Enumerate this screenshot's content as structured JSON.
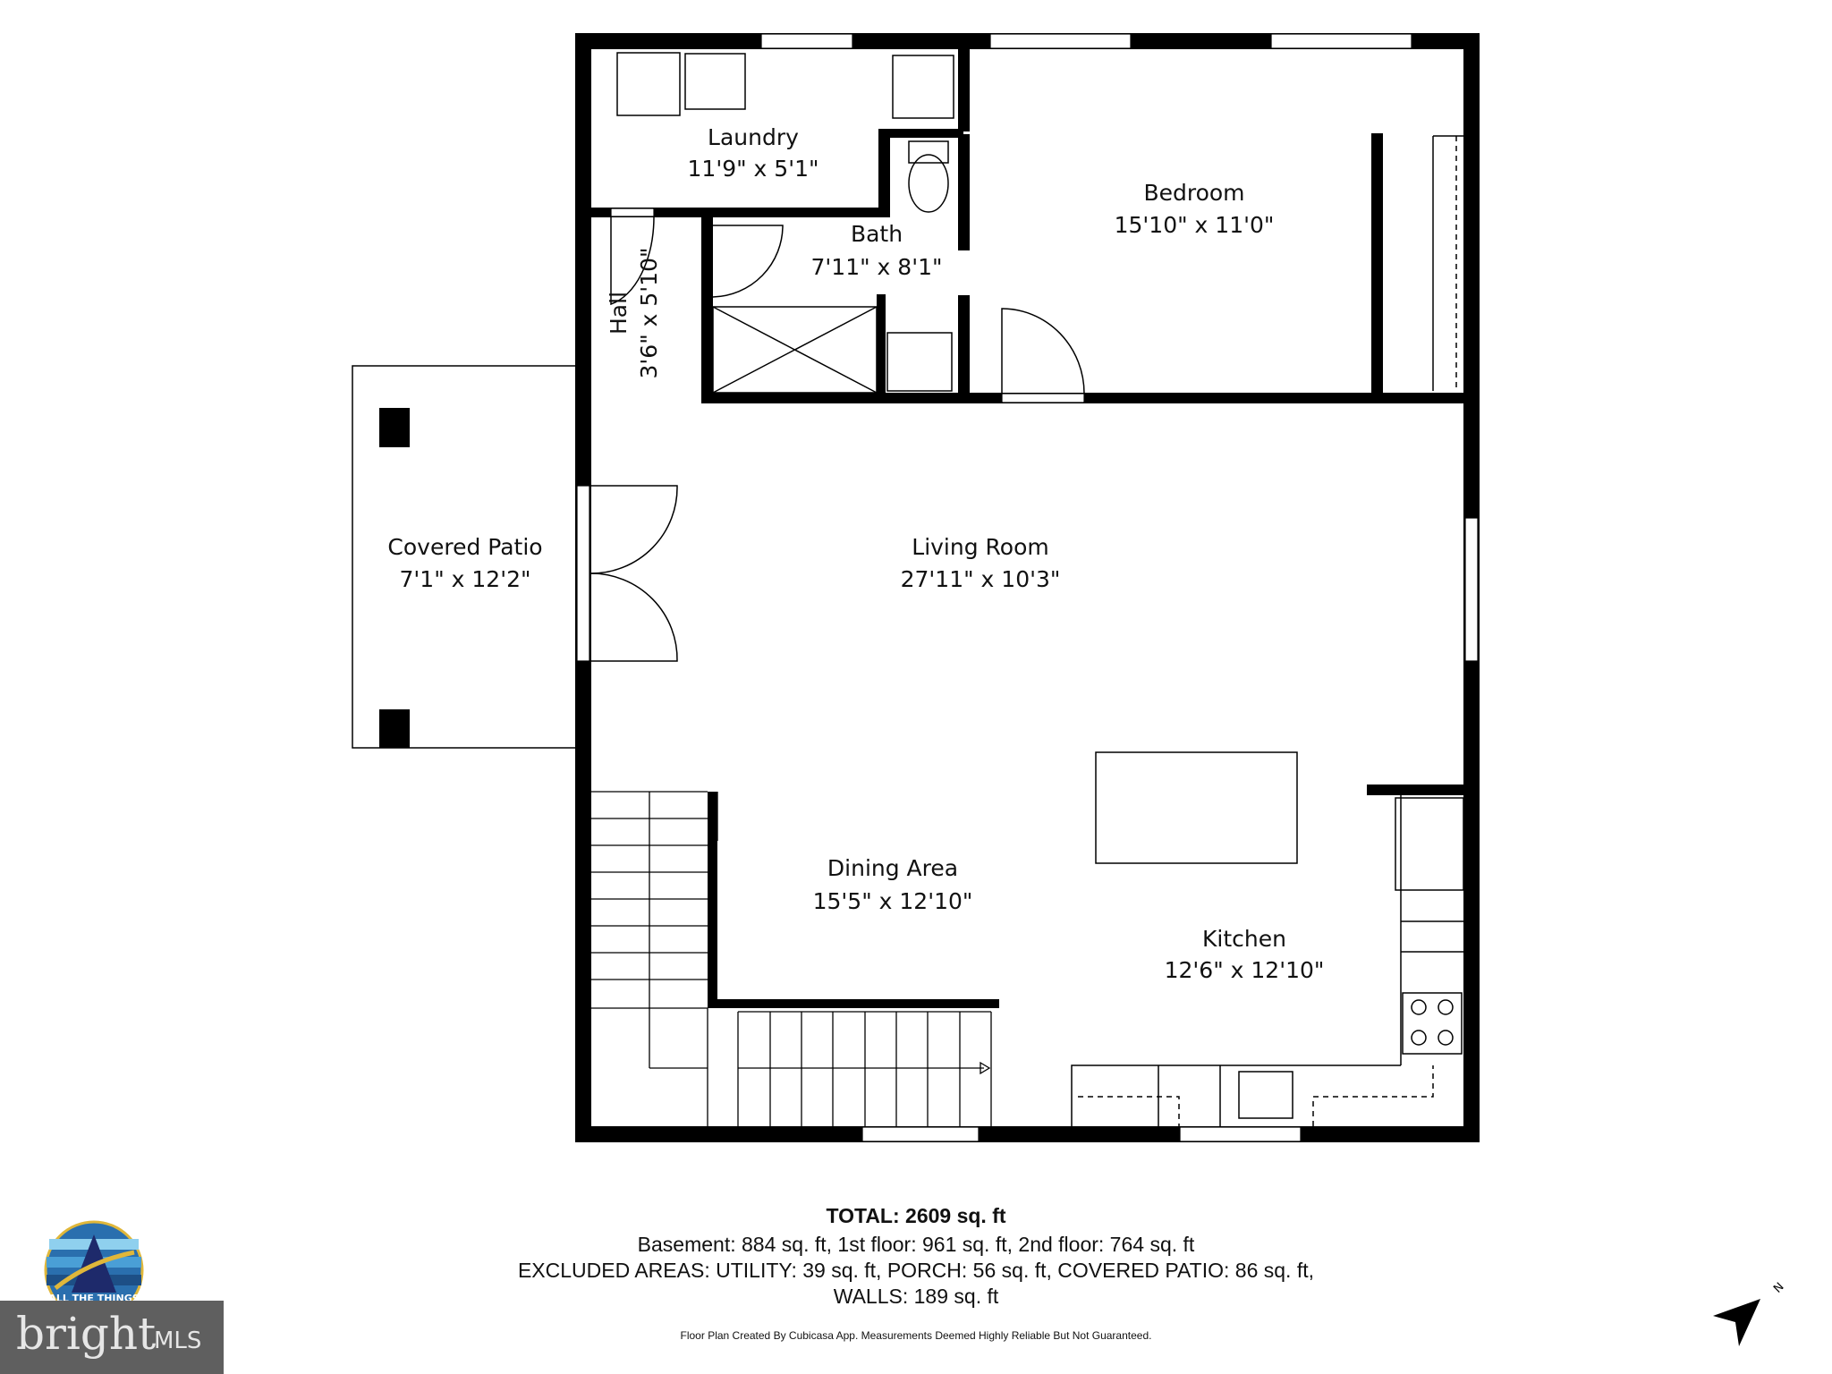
{
  "rooms": {
    "laundry": {
      "name": "Laundry",
      "dims": "11'9\" x 5'1\""
    },
    "bedroom": {
      "name": "Bedroom",
      "dims": "15'10\" x 11'0\""
    },
    "bath": {
      "name": "Bath",
      "dims": "7'11\" x 8'1\""
    },
    "hall": {
      "name": "Hall",
      "dims": "3'6\" x 5'10\""
    },
    "covered_patio": {
      "name": "Covered Patio",
      "dims": "7'1\" x 12'2\""
    },
    "living_room": {
      "name": "Living Room",
      "dims": "27'11\" x 10'3\""
    },
    "dining_area": {
      "name": "Dining Area",
      "dims": "15'5\" x 12'10\""
    },
    "kitchen": {
      "name": "Kitchen",
      "dims": "12'6\" x 12'10\""
    }
  },
  "summary": {
    "total": "TOTAL: 2609 sq. ft",
    "floors": "Basement: 884 sq. ft, 1st floor: 961 sq. ft, 2nd floor: 764 sq. ft",
    "excluded": "EXCLUDED AREAS: UTILITY: 39 sq. ft, PORCH: 56 sq. ft, COVERED PATIO: 86 sq. ft,",
    "walls": "WALLS: 189 sq. ft",
    "disclaimer": "Floor Plan Created By Cubicasa App. Measurements Deemed Highly Reliable But Not Guaranteed."
  },
  "logos": {
    "agent_logo_text": "ALL THE THINGS",
    "bright_word": "bright",
    "bright_mls": "MLS",
    "bright_accent": "#e0642c"
  },
  "compass": {
    "label": "N",
    "icon": "north-arrow-icon"
  },
  "colors": {
    "wall": "#000000",
    "background": "#ffffff"
  }
}
